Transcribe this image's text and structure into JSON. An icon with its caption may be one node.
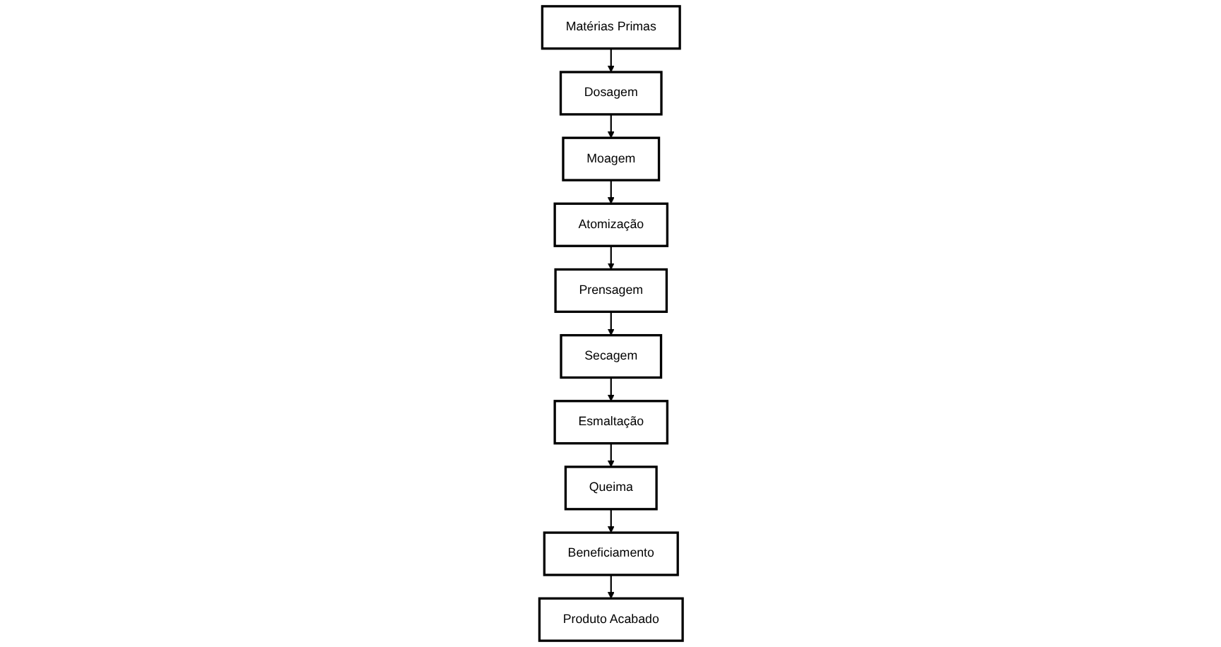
{
  "diagram": {
    "nodes": [
      {
        "text": [
          "Matérias Primas"
        ]
      },
      {
        "text": [
          "Dosagem"
        ]
      },
      {
        "text": [
          "Moagem"
        ]
      },
      {
        "text": [
          "Atomização"
        ]
      },
      {
        "text": [
          "Prensagem"
        ]
      },
      {
        "text": [
          "Secagem"
        ]
      },
      {
        "text": [
          "Esmaltação"
        ]
      },
      {
        "text": [
          "Queima"
        ]
      },
      {
        "text": [
          "Beneficiamento"
        ]
      },
      {
        "text": [
          "Produto Acabado"
        ]
      }
    ],
    "edges": [
      {
        "from": 0,
        "to": 1,
        "arrow": "to"
      },
      {
        "from": 1,
        "to": 2,
        "arrow": "to"
      },
      {
        "from": 2,
        "to": 3,
        "arrow": "to"
      },
      {
        "from": 3,
        "to": 4,
        "arrow": "to"
      },
      {
        "from": 4,
        "to": 5,
        "arrow": "to"
      },
      {
        "from": 5,
        "to": 6,
        "arrow": "to"
      },
      {
        "from": 6,
        "to": 7,
        "arrow": "to"
      },
      {
        "from": 7,
        "to": 8,
        "arrow": "to"
      },
      {
        "from": 8,
        "to": 9,
        "arrow": "to"
      }
    ]
  }
}
